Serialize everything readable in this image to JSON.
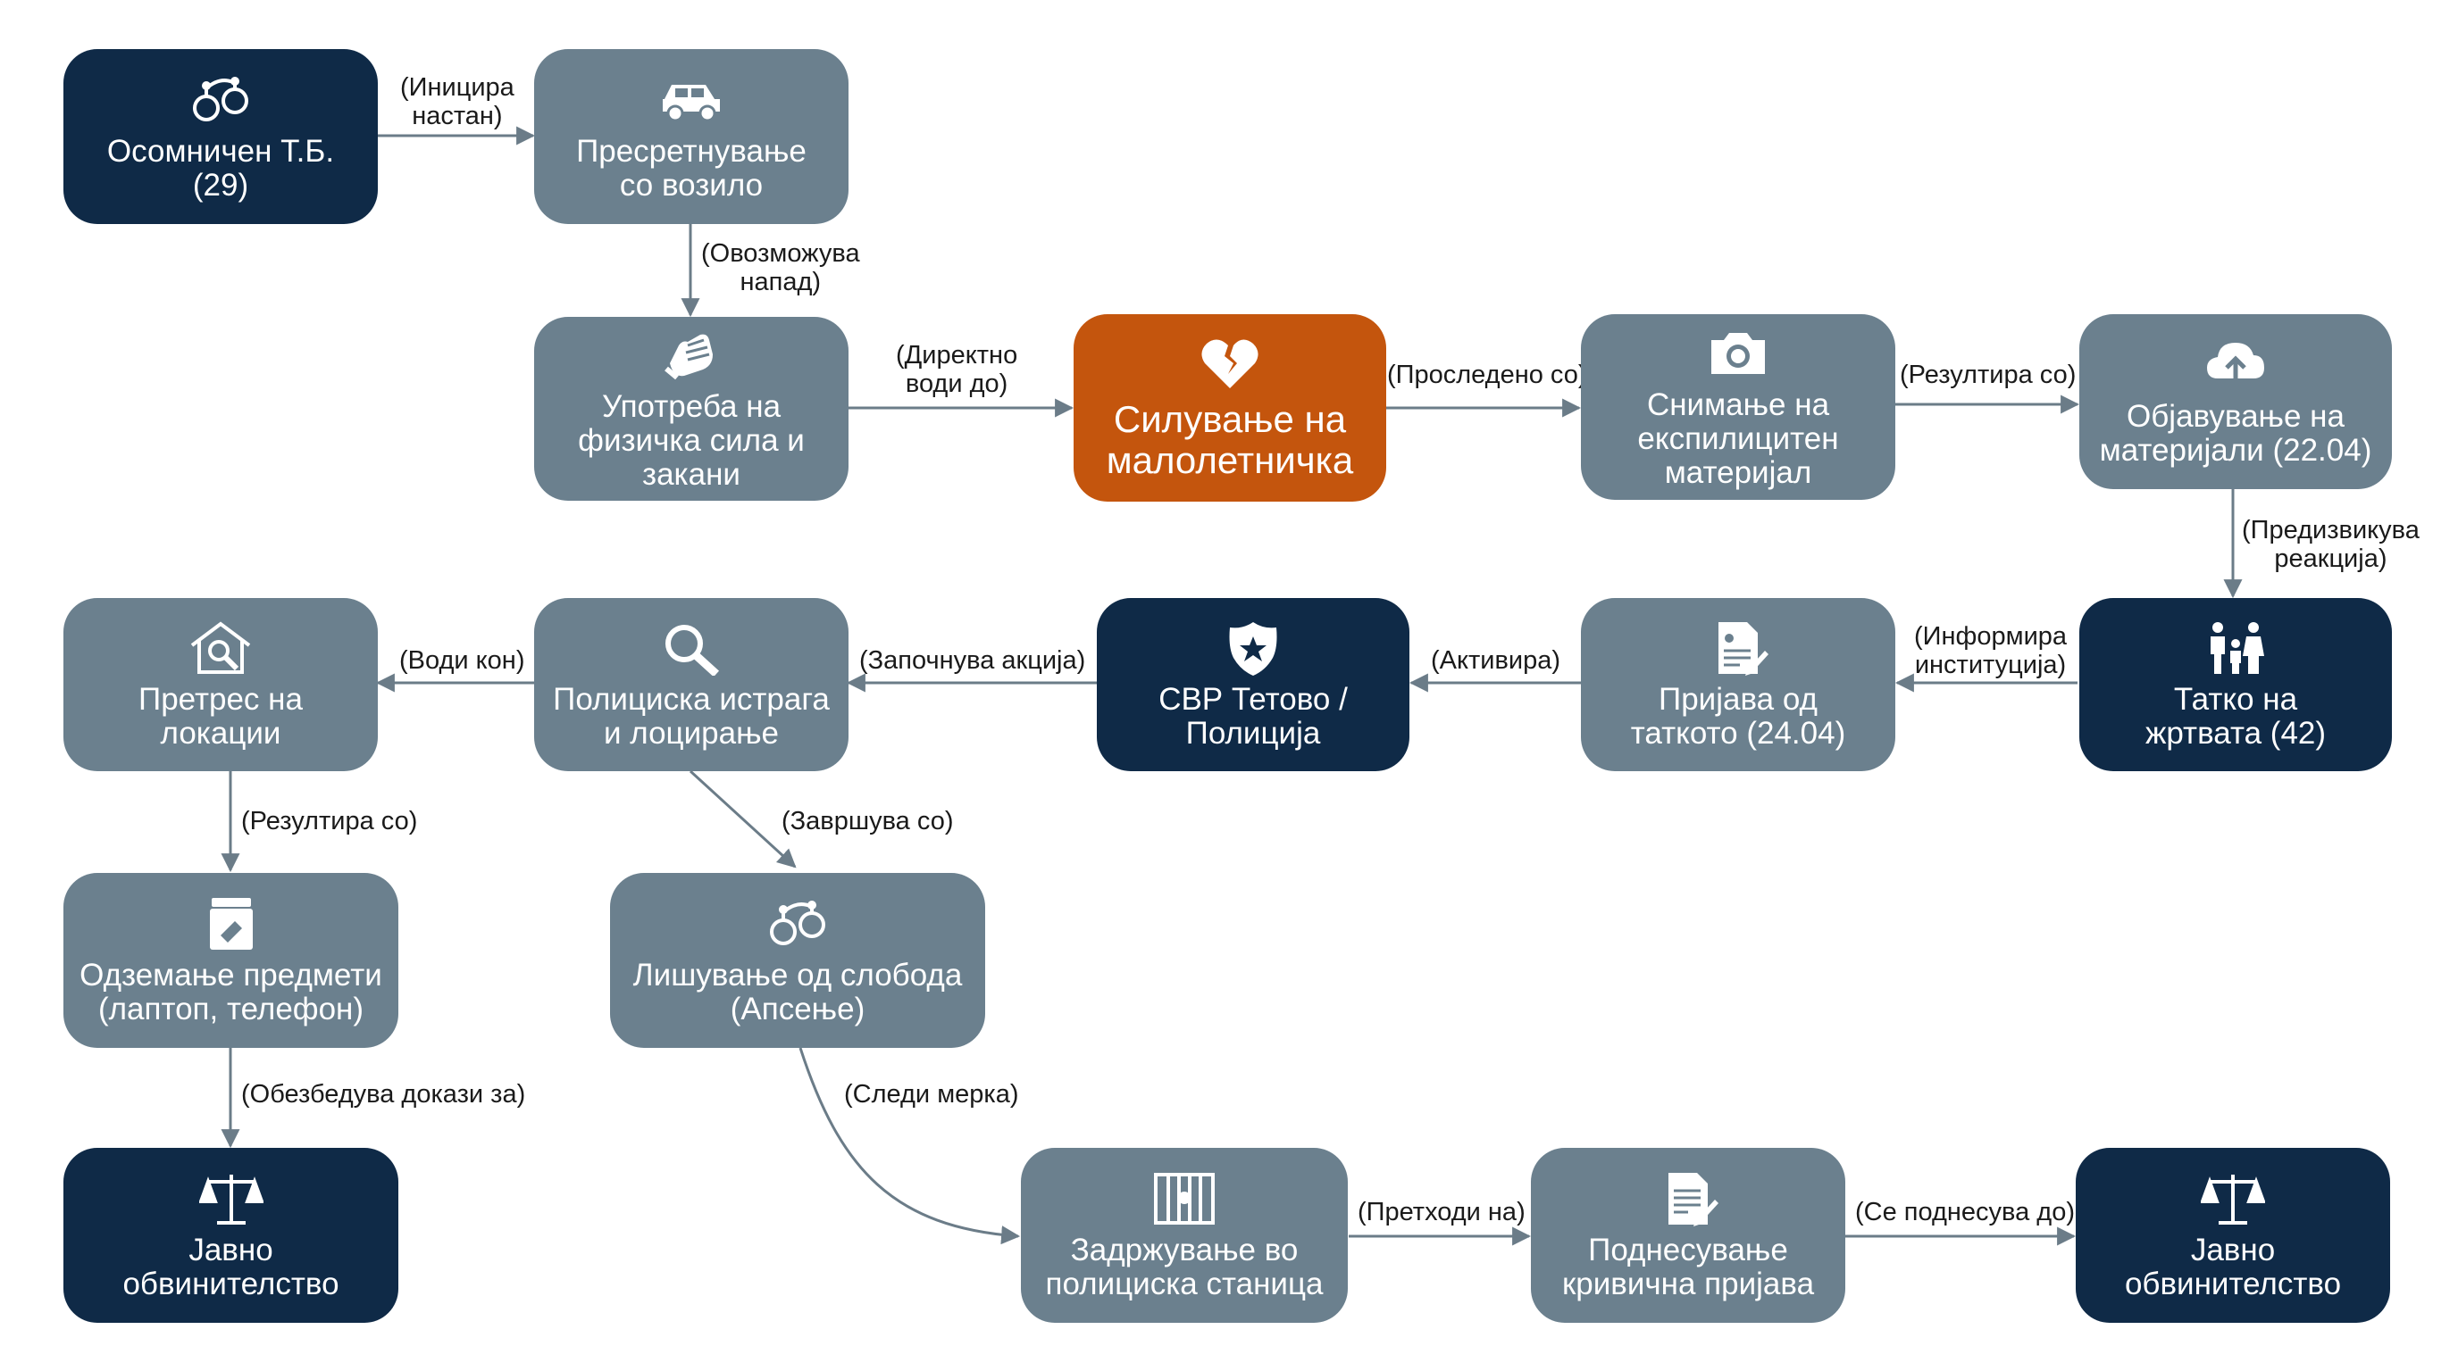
{
  "nodes": {
    "suspect": {
      "label": "Осомничен Т.Б.\n(29)",
      "icon": "handcuffs-icon"
    },
    "intercept": {
      "label": "Пресретнување\nсо возило",
      "icon": "car-icon"
    },
    "force": {
      "label": "Употреба на\nфизичка сила и\nзакани",
      "icon": "fist-icon"
    },
    "rape": {
      "label": "Силување на\nмалолетничка",
      "icon": "broken-heart-icon"
    },
    "filming": {
      "label": "Снимање на\nекспилицитен\nматеријал",
      "icon": "camera-icon"
    },
    "publishing": {
      "label": "Објавување на\nматеријали (22.04)",
      "icon": "cloud-upload-icon"
    },
    "father": {
      "label": "Татко на\nжртвата (42)",
      "icon": "family-icon"
    },
    "report": {
      "label": "Пријава од\nтаткото (24.04)",
      "icon": "document-icon"
    },
    "svr": {
      "label": "СВР Тетово /\nПолиција",
      "icon": "police-badge-icon"
    },
    "investigation": {
      "label": "Полициска истрага\nи лоцирање",
      "icon": "magnifier-icon"
    },
    "search": {
      "label": "Претрес на локации",
      "icon": "house-search-icon"
    },
    "seizure": {
      "label": "Одземање предмети\n(лаптоп, телефон)",
      "icon": "evidence-bag-icon"
    },
    "prosecution1": {
      "label": "Јавно\nобвинителство",
      "icon": "scales-icon"
    },
    "arrest": {
      "label": "Лишување од слобода\n(Апсење)",
      "icon": "handcuffs-icon"
    },
    "detention": {
      "label": "Задржување во\nполициска станица",
      "icon": "jail-icon"
    },
    "complaint": {
      "label": "Поднесување\nкривична пријава",
      "icon": "document-pen-icon"
    },
    "prosecution2": {
      "label": "Јавно\nобвинителство",
      "icon": "scales-icon"
    }
  },
  "edges": {
    "e1": "(Иницира\nнастан)",
    "e2": "(Овозможува\nнапад)",
    "e3": "(Директно\nводи до)",
    "e4": "(Проследено со)",
    "e5": "(Резултира со)",
    "e6": "(Предизвикува\nреакција)",
    "e7": "(Информира\nинституција)",
    "e8": "(Активира)",
    "e9": "(Започнува акција)",
    "e10": "(Води кон)",
    "e11": "(Резултира со)",
    "e12": "(Обезбедува докази за)",
    "e13": "(Завршува со)",
    "e14": "(Следи мерка)",
    "e15": "(Претходи на)",
    "e16": "(Се поднесува до)"
  },
  "colors": {
    "dark_node": "#0f2a47",
    "gray_node": "#6b808e",
    "highlight_node": "#c4550d",
    "edge": "#6b7c88"
  }
}
